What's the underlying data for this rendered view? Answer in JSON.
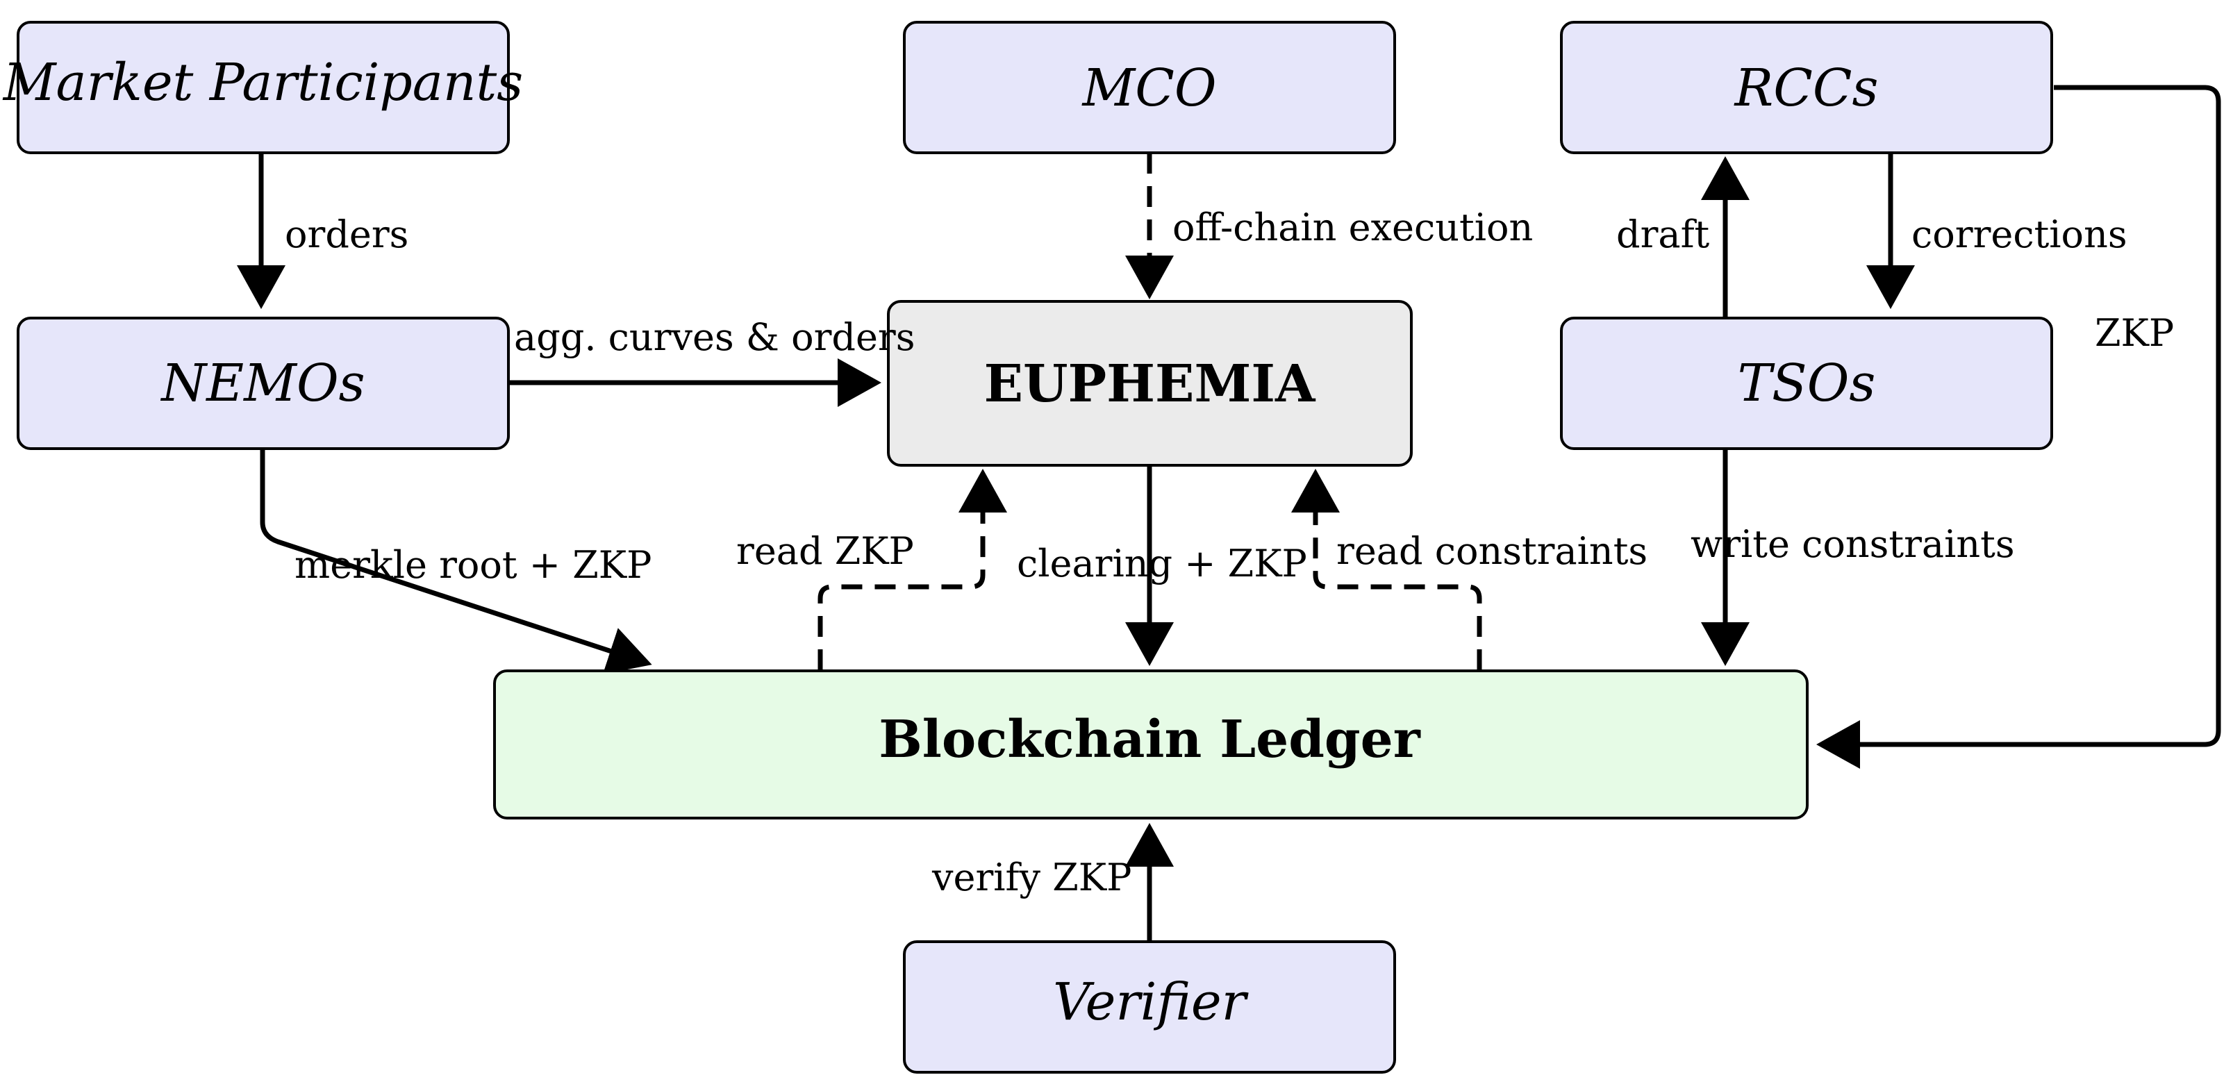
{
  "nodes": {
    "market_participants": "Market Participants",
    "mco": "MCO",
    "rccs": "RCCs",
    "nemos": "NEMOs",
    "euphemia": "EUPHEMIA",
    "tsos": "TSOs",
    "blockchain_ledger": "Blockchain Ledger",
    "verifier": "Verifier"
  },
  "edges": {
    "orders": "orders",
    "off_chain_execution": "off-chain execution",
    "draft": "draft",
    "corrections": "corrections",
    "zkp": "ZKP",
    "agg_curves_orders": "agg. curves & orders",
    "merkle_root_zkp": "merkle root + ZKP",
    "read_zkp": "read ZKP",
    "clearing_zkp": "clearing + ZKP",
    "read_constraints": "read constraints",
    "write_constraints": "write constraints",
    "verify_zkp": "verify ZKP"
  },
  "colors": {
    "participant_fill": "#e6e6fa",
    "core_fill": "#ebebeb",
    "ledger_fill": "#e6fbe6"
  }
}
